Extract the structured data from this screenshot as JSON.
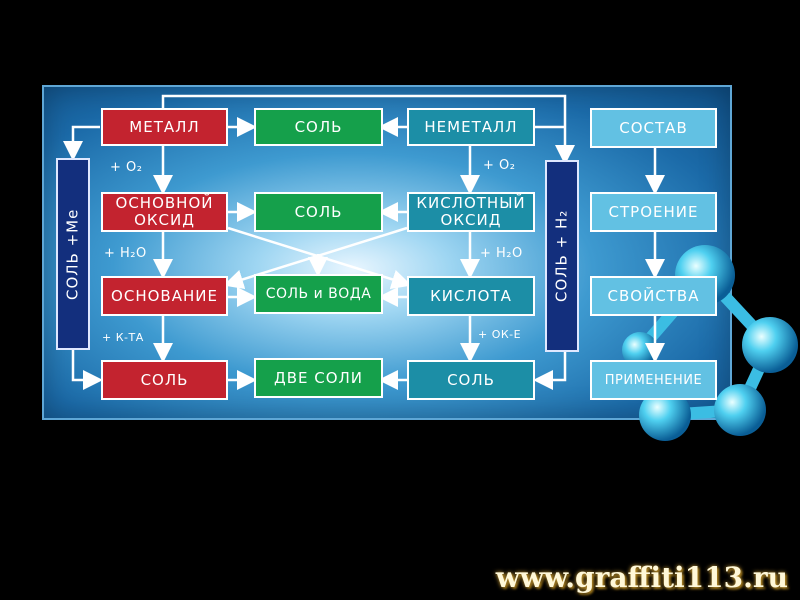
{
  "diagram": {
    "left_column": {
      "metal": "МЕТАЛЛ",
      "basic_oxide": "ОСНОВНОЙ\nОКСИД",
      "base": "ОСНОВАНИЕ",
      "salt": "СОЛЬ"
    },
    "middle_column": {
      "salt1": "СОЛЬ",
      "salt2": "СОЛЬ",
      "salt_water": "СОЛЬ и ВОДА",
      "two_salts": "ДВЕ СОЛИ"
    },
    "right_column": {
      "nonmetal": "НЕМЕТАЛЛ",
      "acid_oxide": "КИСЛОТНЫЙ\nОКСИД",
      "acid": "КИСЛОТА",
      "salt": "СОЛЬ"
    },
    "side_bars": {
      "left": "СОЛЬ +Me",
      "right": "СОЛЬ + H₂"
    },
    "far_right": {
      "composition": "СОСТАВ",
      "structure": "СТРОЕНИЕ",
      "properties": "СВОЙСТВА",
      "application": "ПРИМЕНЕНИЕ"
    },
    "labels": {
      "o2_left": "+ O₂",
      "h2o_left": "+ H₂O",
      "acid_left": "+ К-ТА",
      "o2_right": "+ O₂",
      "h2o_right": "+ H₂O",
      "ok_right": "+ ОК-Е"
    }
  },
  "watermark": "www.graffiti113.ru"
}
